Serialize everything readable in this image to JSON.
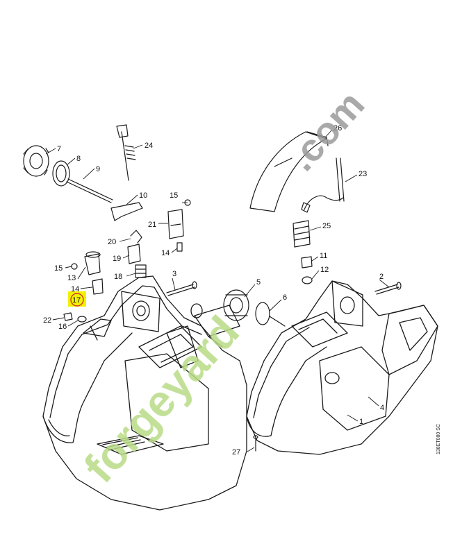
{
  "figure": {
    "reference_code": "138ET080 SC",
    "highlighted_part": "17",
    "colors": {
      "line": "#1a1a1a",
      "highlight_fill": "#f2f200",
      "highlight_ring": "#d23a2a",
      "watermark": "#b9db86",
      "watermark_dark": "#8a8a8a"
    },
    "callouts": [
      {
        "id": "c1",
        "label": "1"
      },
      {
        "id": "c2",
        "label": "2"
      },
      {
        "id": "c3",
        "label": "3"
      },
      {
        "id": "c4",
        "label": "4"
      },
      {
        "id": "c5",
        "label": "5"
      },
      {
        "id": "c6",
        "label": "6"
      },
      {
        "id": "c7",
        "label": "7"
      },
      {
        "id": "c8",
        "label": "8"
      },
      {
        "id": "c9",
        "label": "9"
      },
      {
        "id": "c10",
        "label": "10"
      },
      {
        "id": "c11",
        "label": "11"
      },
      {
        "id": "c12",
        "label": "12"
      },
      {
        "id": "c13",
        "label": "13"
      },
      {
        "id": "c14a",
        "label": "14"
      },
      {
        "id": "c14b",
        "label": "14"
      },
      {
        "id": "c15a",
        "label": "15"
      },
      {
        "id": "c15b",
        "label": "15"
      },
      {
        "id": "c16",
        "label": "16"
      },
      {
        "id": "c17",
        "label": "17"
      },
      {
        "id": "c18",
        "label": "18"
      },
      {
        "id": "c19",
        "label": "19"
      },
      {
        "id": "c20",
        "label": "20"
      },
      {
        "id": "c21",
        "label": "21"
      },
      {
        "id": "c22",
        "label": "22"
      },
      {
        "id": "c23",
        "label": "23"
      },
      {
        "id": "c24",
        "label": "24"
      },
      {
        "id": "c25",
        "label": "25"
      },
      {
        "id": "c26",
        "label": "26"
      },
      {
        "id": "c27",
        "label": "27"
      }
    ]
  },
  "watermark": {
    "brand": "forgeyard",
    "suffix": ".com"
  }
}
